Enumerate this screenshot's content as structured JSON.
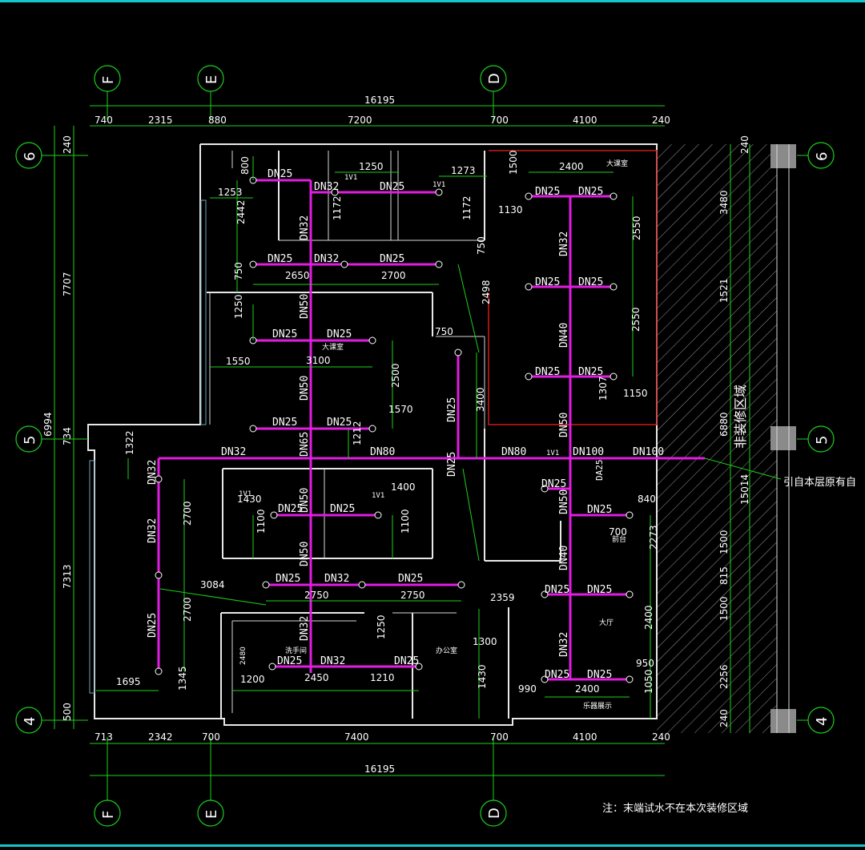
{
  "grid_axes": {
    "columns": [
      "F",
      "E",
      "D"
    ],
    "rows": [
      "6",
      "5",
      "4"
    ]
  },
  "dimensions": {
    "top_total": "16195",
    "top_segments": [
      "740",
      "2315",
      "880",
      "7200",
      "700",
      "4100",
      "240"
    ],
    "bottom_total": "16195",
    "bottom_segments": [
      "713",
      "2342",
      "700",
      "7400",
      "700",
      "4100",
      "240"
    ],
    "left": [
      "240",
      "7707",
      "6994",
      "734",
      "7313",
      "500"
    ],
    "right": [
      "240",
      "3480",
      "1521",
      "6880",
      "15014",
      "1500",
      "815",
      "1500",
      "2256",
      "240"
    ]
  },
  "pipe_labels": {
    "dn25": "DN25",
    "dn32": "DN32",
    "dn40": "DN40",
    "dn50": "DN50",
    "dn65": "DN65",
    "dn80": "DN80",
    "dn100": "DN100",
    "riser": "1V1",
    "da": "DA25"
  },
  "interior_dims": [
    "800",
    "1250",
    "1273",
    "1500",
    "2400",
    "1253",
    "1172",
    "1172",
    "1130",
    "2442",
    "2650",
    "2700",
    "750",
    "750",
    "2498",
    "2550",
    "1250",
    "750",
    "3100",
    "1550",
    "2500",
    "1570",
    "3400",
    "2550",
    "1307",
    "1150",
    "1322",
    "1212",
    "1400",
    "1430",
    "1100",
    "1100",
    "2700",
    "840",
    "700",
    "3084",
    "2750",
    "2750",
    "2359",
    "2273",
    "2700",
    "1250",
    "1300",
    "2400",
    "950",
    "1695",
    "1345",
    "2480",
    "1200",
    "2450",
    "1210",
    "1430",
    "990",
    "2400",
    "1050"
  ],
  "room_labels": {
    "big_classroom_1": "大课室",
    "big_classroom_2": "大课室",
    "washroom": "洗手间",
    "office": "办公室",
    "hall": "大厅",
    "display": "乐器展示",
    "front_desk": "前台",
    "non_reno": "非装修区域"
  },
  "callout": "引自本层原有自",
  "note": "注：末端试水不在本次装修区域",
  "colors": {
    "background": "#000000",
    "dimension": "#1ccf1c",
    "pipe": "#e11de1",
    "walls": "#e8e8e8",
    "border": "#13c6c9"
  }
}
